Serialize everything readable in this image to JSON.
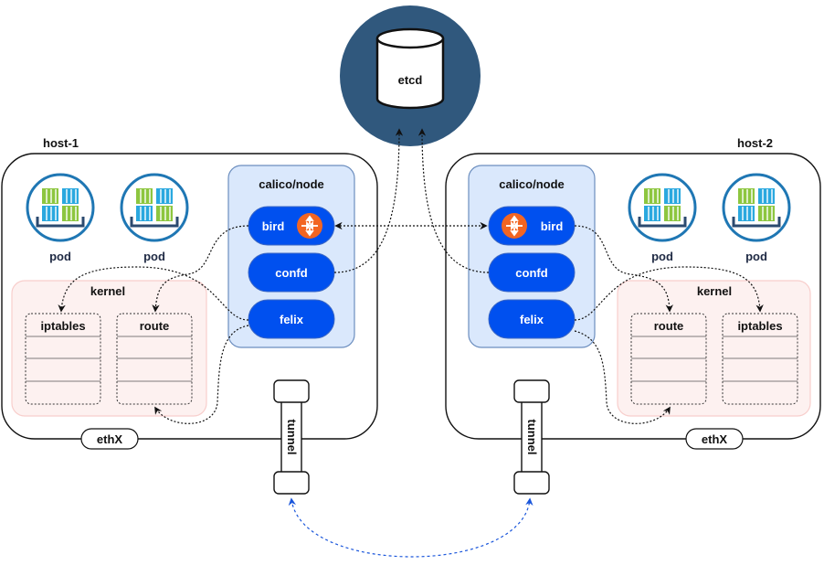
{
  "etcd": {
    "label": "etcd"
  },
  "hosts": [
    {
      "title": "host-1",
      "nic": "ethX",
      "pods": [
        {
          "label": "pod"
        },
        {
          "label": "pod"
        }
      ],
      "calico": {
        "title": "calico/node",
        "components": [
          "bird",
          "confd",
          "felix"
        ]
      },
      "kernel": {
        "title": "kernel",
        "tables": [
          "iptables",
          "route"
        ]
      },
      "tunnel": "tunnel"
    },
    {
      "title": "host-2",
      "nic": "ethX",
      "pods": [
        {
          "label": "pod"
        },
        {
          "label": "pod"
        }
      ],
      "calico": {
        "title": "calico/node",
        "components": [
          "bird",
          "confd",
          "felix"
        ]
      },
      "kernel": {
        "title": "kernel",
        "tables": [
          "route",
          "iptables"
        ]
      },
      "tunnel": "tunnel"
    }
  ],
  "colors": {
    "etcd_circle": "#30587d",
    "calico_fill": "#dae8fc",
    "calico_stroke": "#6c8ebf",
    "component": "#0050ef",
    "router_icon": "#f26522",
    "kernel_fill": "#fdf1f0",
    "kernel_stroke": "#f8cecc",
    "pod_ring": "#1f77b4",
    "tunnel_link": "#1a56db"
  }
}
